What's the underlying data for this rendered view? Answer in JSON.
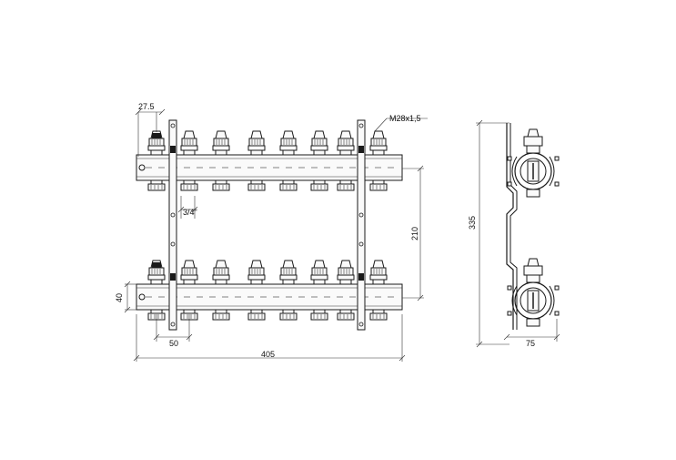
{
  "drawing": {
    "type": "technical-drawing",
    "subject": "heating manifold, 8 outlets, front and side views"
  },
  "dimensions": {
    "offset_first": "27.5",
    "thread": "M28x1,5",
    "connection": "3/4\"",
    "pitch": "50",
    "bar_height": "40",
    "length": "405",
    "bar_spacing": "210",
    "total_height": "335",
    "depth": "75"
  },
  "manifold": {
    "outlets": 8,
    "bars": 2
  },
  "colors": {
    "line": "#1a1a1a",
    "background": "#ffffff"
  }
}
